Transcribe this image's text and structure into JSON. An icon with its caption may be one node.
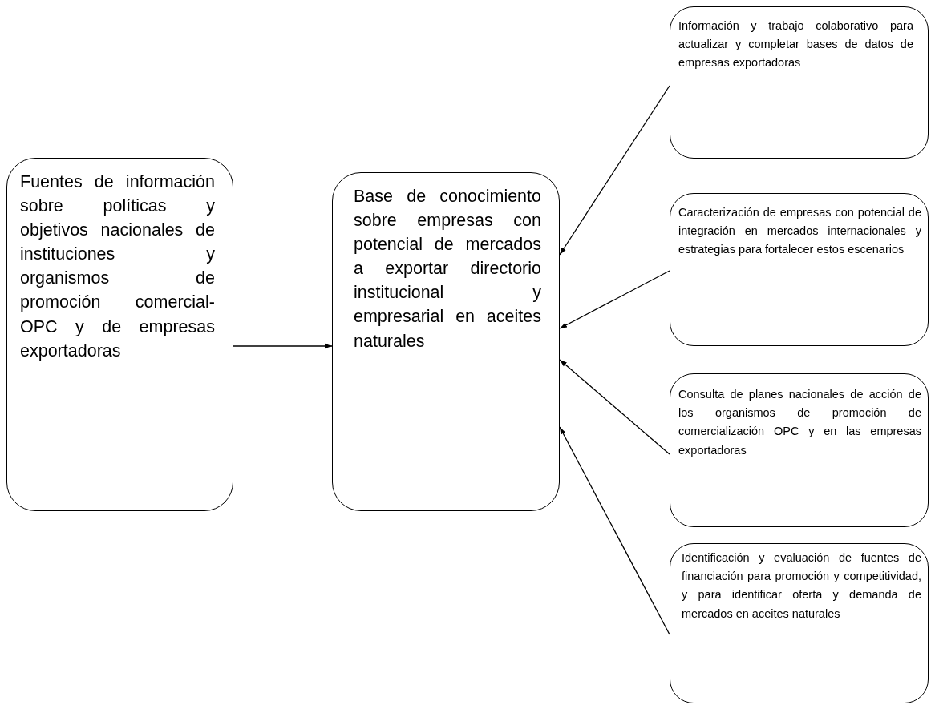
{
  "diagram": {
    "nodes": [
      {
        "text": [
          "Fuentes de información sobre políticas y objetivos nacionales de instituciones y organismos de promoción comercial- OPC y de empresas exportadoras"
        ]
      },
      {
        "text": [
          "Base de conocimiento sobre empresas con potencial de mercados a exportar directorio institucional y empresarial en aceites naturales"
        ]
      },
      {
        "text": [
          "Información y trabajo colaborativo para actualizar y completar bases de datos de empresas exportadoras"
        ]
      },
      {
        "text": [
          "Caracterización de empresas con potencial de integración en mercados internacionales y estrategias para fortalecer estos escenarios"
        ]
      },
      {
        "text": [
          "Consulta de planes nacionales de acción de los organismos de promoción de comercialización OPC y en las empresas exportadoras"
        ]
      },
      {
        "text": [
          "Identificación y evaluación de fuentes de financiación para promoción y competitividad, y para identificar oferta y demanda de mercados en aceites naturales"
        ]
      }
    ],
    "edges": [
      {
        "from": 0,
        "to": 1,
        "arrow": "to"
      },
      {
        "from": 2,
        "to": 1,
        "arrow": "to"
      },
      {
        "from": 3,
        "to": 1,
        "arrow": "to"
      },
      {
        "from": 4,
        "to": 1,
        "arrow": "to"
      },
      {
        "from": 5,
        "to": 1,
        "arrow": "to"
      }
    ]
  }
}
